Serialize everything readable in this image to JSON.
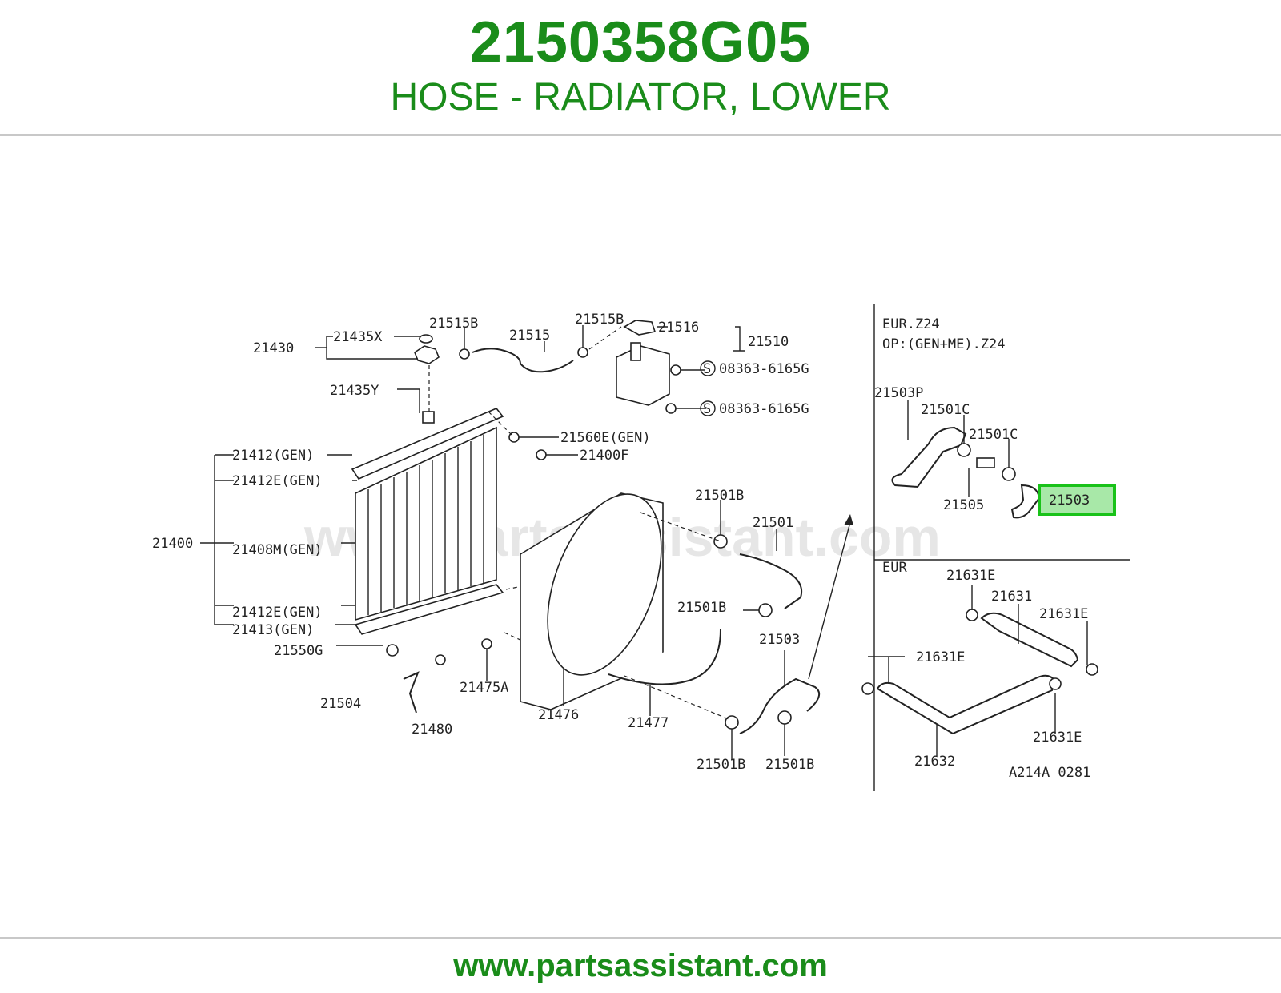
{
  "header": {
    "part_number": "2150358G05",
    "description": "HOSE - RADIATOR, LOWER"
  },
  "footer": {
    "url": "www.partsassistant.com"
  },
  "diagram": {
    "watermark": "www.partsassistant.com",
    "drawing_code": "A214A 0281",
    "highlight_color": "#19c219",
    "highlighted_label": "21503",
    "main_labels": {
      "l21430": "21430",
      "l21435x": "21435X",
      "l21435y": "21435Y",
      "l21515b_a": "21515B",
      "l21515": "21515",
      "l21515b_b": "21515B",
      "l21516": "21516",
      "l21510": "21510",
      "l08363a": "08363-6165G",
      "l08363b": "08363-6165G",
      "l21560e": "21560E(GEN)",
      "l21400f": "21400F",
      "l21412gen": "21412(GEN)",
      "l21412e_top": "21412E(GEN)",
      "l21400": "21400",
      "l21408m": "21408M(GEN)",
      "l21412e_bot": "21412E(GEN)",
      "l21413": "21413(GEN)",
      "l21550g": "21550G",
      "l21504": "21504",
      "l21480": "21480",
      "l21475a": "21475A",
      "l21476": "21476",
      "l21477": "21477",
      "l21501b_a": "21501B",
      "l21501": "21501",
      "l21501b_b": "21501B",
      "l21503": "21503",
      "l21501b_c": "21501B",
      "l21501b_d": "21501B"
    },
    "panel_eur_z24": {
      "line1": "EUR.Z24",
      "line2": "OP:(GEN+ME).Z24",
      "l21503p": "21503P",
      "l21501c_a": "21501C",
      "l21501c_b": "21501C",
      "l21505": "21505"
    },
    "panel_eur": {
      "title": "EUR",
      "l21631e_a": "21631E",
      "l21631": "21631",
      "l21631e_b": "21631E",
      "l21631e_c": "21631E",
      "l21631e_d": "21631E",
      "l21632": "21632"
    }
  }
}
